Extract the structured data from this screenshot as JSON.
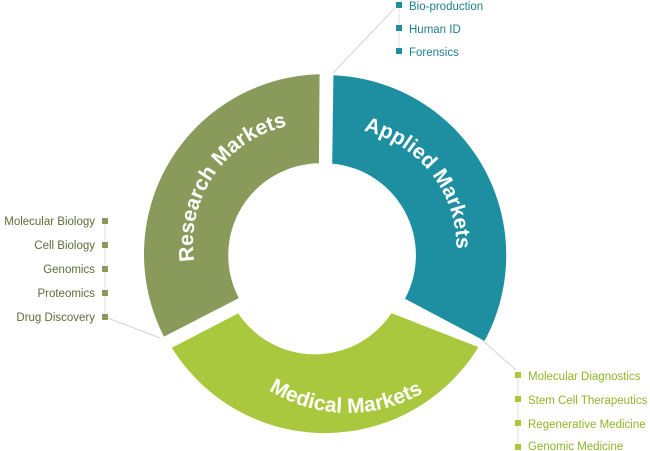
{
  "colors": {
    "research": "#8a9a5b",
    "applied": "#1d8fa0",
    "medical": "#a9c83d",
    "research_text": "#5f6b3a",
    "applied_text": "#1d7f8e",
    "medical_text": "#8db52a",
    "connector": "#d4d4d4"
  },
  "segments": {
    "research": {
      "label": "Research Markets",
      "items": [
        "Molecular Biology",
        "Cell Biology",
        "Genomics",
        "Proteomics",
        "Drug Discovery"
      ]
    },
    "applied": {
      "label": "Applied Markets",
      "items": [
        "Bio-production",
        "Human ID",
        "Forensics"
      ]
    },
    "medical": {
      "label": "Medical Markets",
      "items": [
        "Molecular Diagnostics",
        "Stem Cell Therapeutics",
        "Regenerative Medicine",
        "Genomic Medicine"
      ]
    }
  }
}
